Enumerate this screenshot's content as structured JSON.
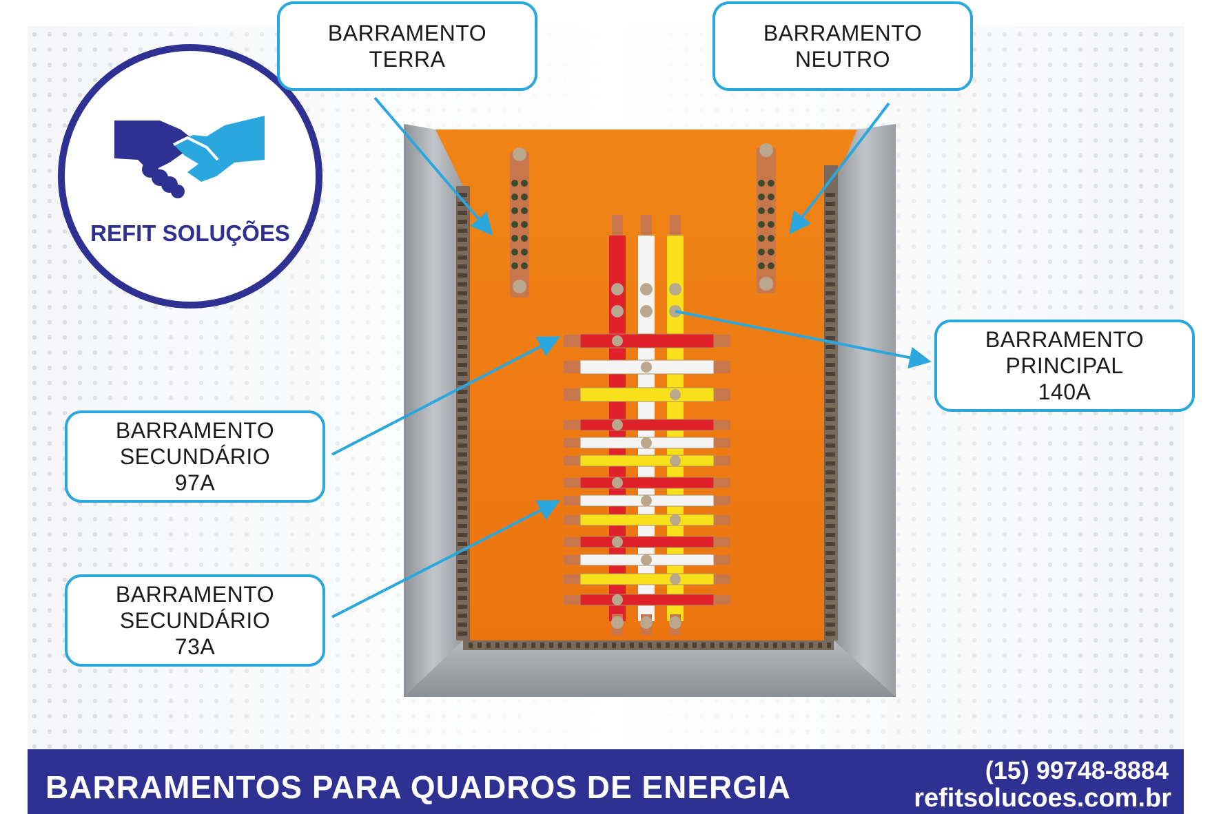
{
  "logo": {
    "brand_name": "REFIT SOLUÇÕES",
    "icon": "handshake-icon",
    "ring_color": "#2e3192",
    "hand_dark_color": "#2e3192",
    "hand_light_color": "#2aa7dd"
  },
  "callouts": {
    "terra": {
      "line1": "BARRAMENTO",
      "line2": "TERRA"
    },
    "neutro": {
      "line1": "BARRAMENTO",
      "line2": "NEUTRO"
    },
    "principal": {
      "line1": "BARRAMENTO",
      "line2": "PRINCIPAL",
      "line3": "140A"
    },
    "secundario_97": {
      "line1": "BARRAMENTO",
      "line2": "SECUNDÁRIO",
      "line3": "97A"
    },
    "secundario_73": {
      "line1": "BARRAMENTO",
      "line2": "SECUNDÁRIO",
      "line3": "73A"
    }
  },
  "footer": {
    "title": "BARRAMENTOS PARA QUADROS DE ENERGIA",
    "phone": "(15) 99748-8884",
    "website": "refitsolucoes.com.br",
    "background_color": "#2e3192"
  },
  "colors": {
    "accent": "#2aa7dd",
    "panel_orange": "#f07b14",
    "bar_red": "#e0202a",
    "bar_white": "#f4f4f4",
    "bar_yellow": "#f7e11a",
    "copper": "#c8774c",
    "duct_gray": "#a9acb1"
  }
}
